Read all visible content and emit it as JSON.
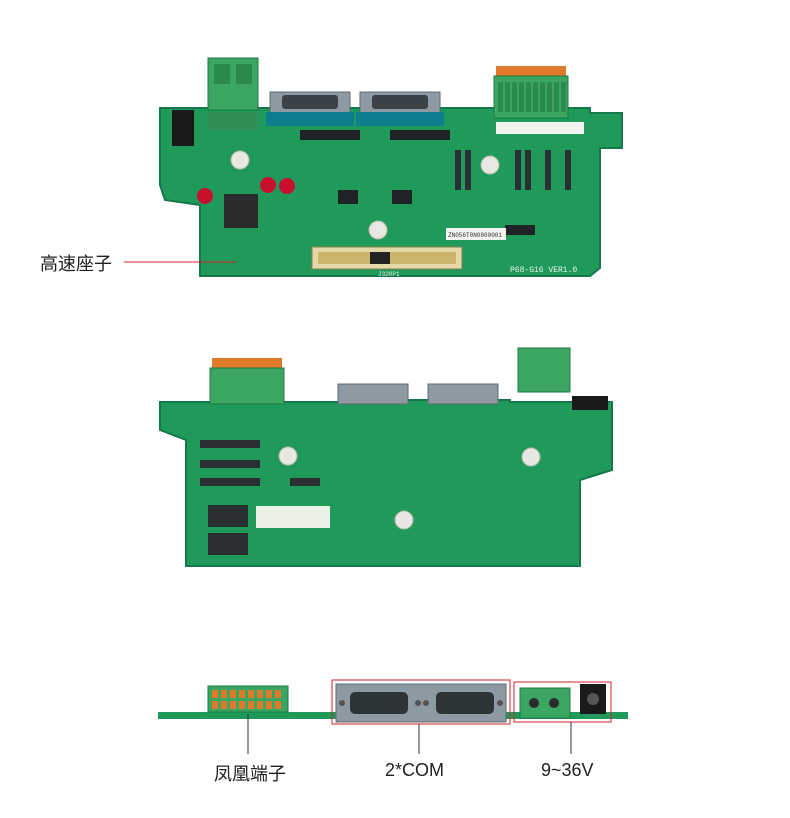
{
  "top_board": {
    "silkscreen_model": "P68-G16 VER1.0",
    "serial_label": "ZN056T0N0800001",
    "connector_ref": "J320P1"
  },
  "callouts": {
    "high_speed_connector": "高速座子",
    "phoenix_terminal": "凤凰端子",
    "com_ports": "2*COM",
    "power_input": "9~36V"
  },
  "colors": {
    "pcb_green": "#1f9a5a",
    "terminal_green": "#3aa661",
    "db9_metal": "#8d9aa3",
    "callout_red": "#d6202a"
  }
}
